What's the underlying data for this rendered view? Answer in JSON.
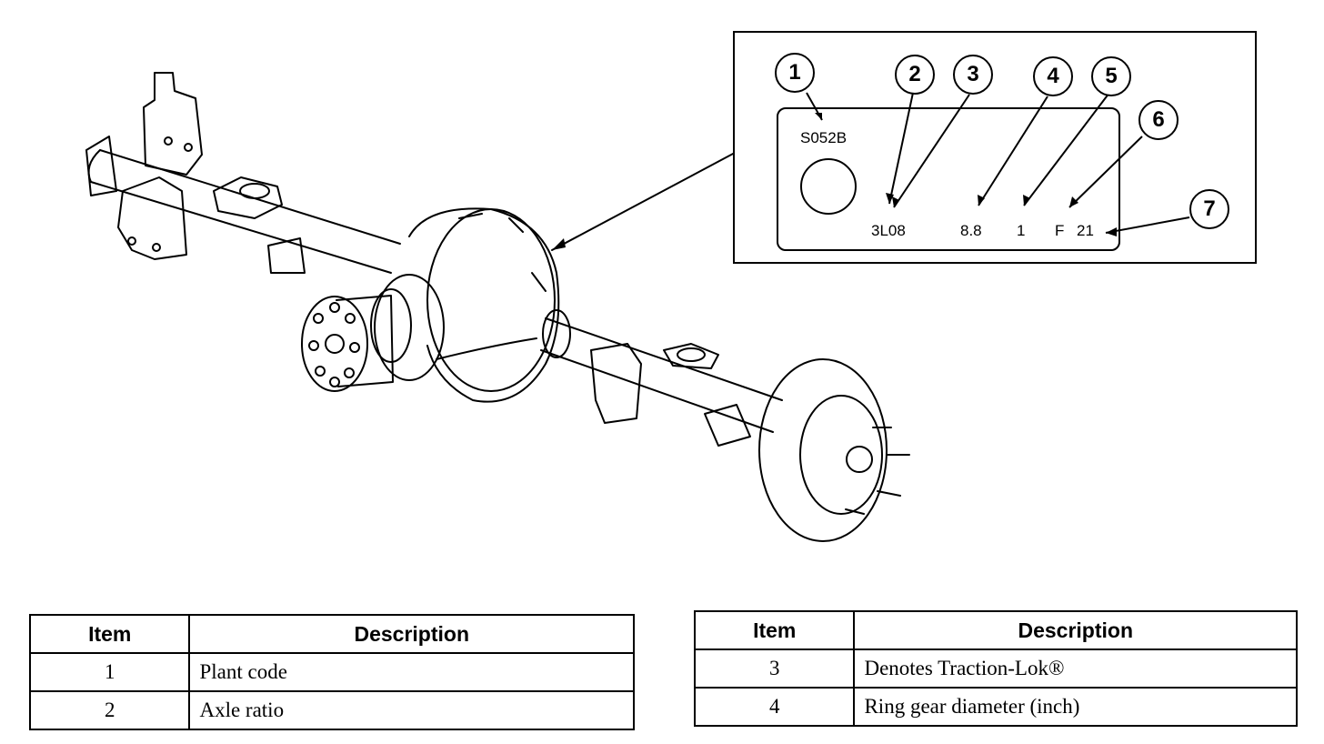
{
  "tag": {
    "callouts": [
      "1",
      "2",
      "3",
      "4",
      "5",
      "6",
      "7"
    ],
    "plant_code": "S052B",
    "axle_code": "3L08",
    "ring_gear": "8.8",
    "field_one": "1",
    "field_f": "F",
    "field_21": "21"
  },
  "table_left": {
    "headers": {
      "item": "Item",
      "description": "Description"
    },
    "rows": [
      {
        "item": "1",
        "description": "Plant code"
      },
      {
        "item": "2",
        "description": "Axle ratio"
      }
    ]
  },
  "table_right": {
    "headers": {
      "item": "Item",
      "description": "Description"
    },
    "rows": [
      {
        "item": "3",
        "description": "Denotes Traction-Lok®"
      },
      {
        "item": "4",
        "description": "Ring gear diameter (inch)"
      }
    ]
  }
}
